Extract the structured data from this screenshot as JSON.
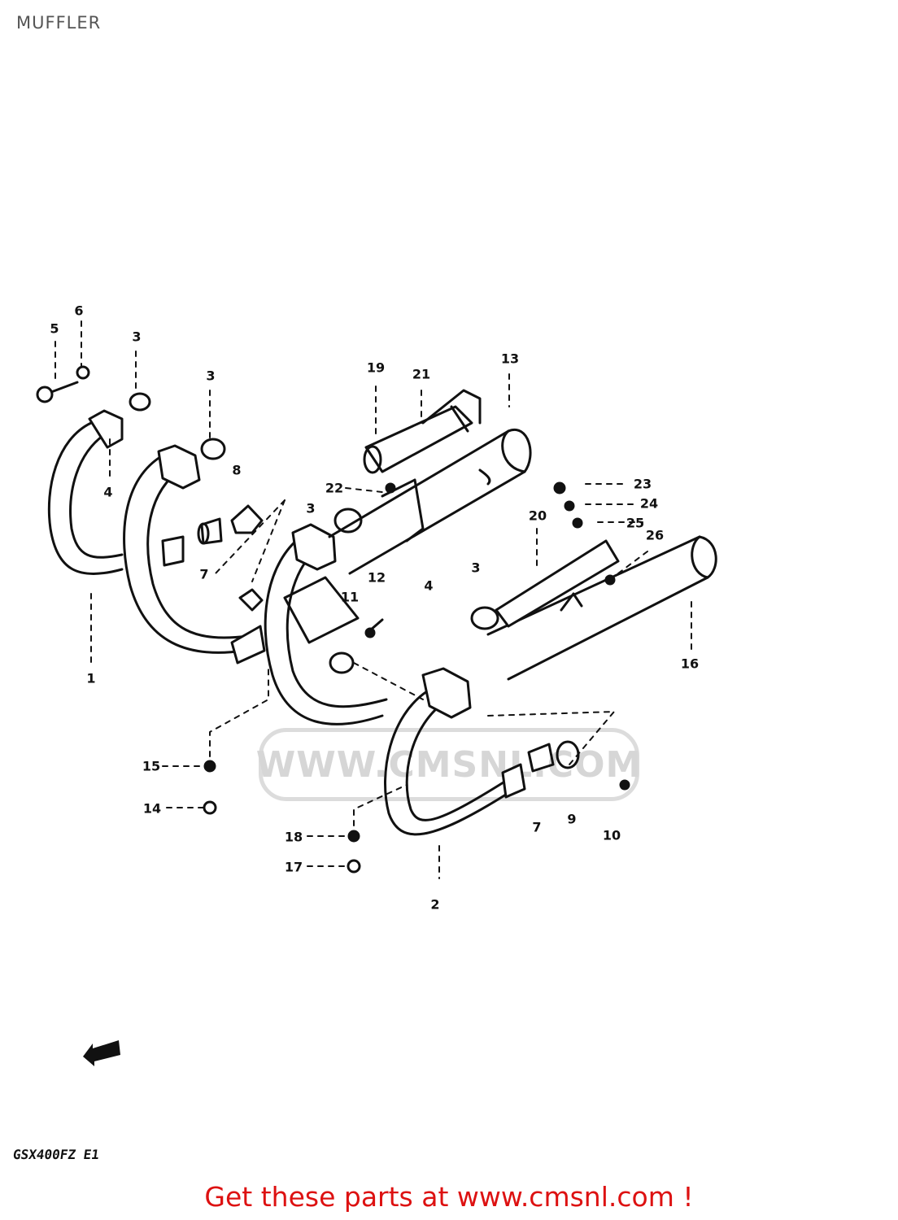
{
  "page": {
    "title": "MUFFLER",
    "model_code": "GSX400FZ E1",
    "watermark_text": "WWW.CMSNL.COM",
    "footer_link_text": "Get these parts at www.cmsnl.com !",
    "colors": {
      "line": "#111111",
      "footer": "#dd1111",
      "watermark": "#d6d6d6"
    }
  },
  "parts": {
    "p1": "1",
    "p2": "2",
    "p3a": "3",
    "p3b": "3",
    "p3c": "3",
    "p3d": "3",
    "p4a": "4",
    "p4b": "4",
    "p5": "5",
    "p6": "6",
    "p7a": "7",
    "p7b": "7",
    "p8": "8",
    "p9": "9",
    "p10": "10",
    "p11": "11",
    "p12": "12",
    "p13": "13",
    "p14": "14",
    "p15": "15",
    "p16": "16",
    "p17": "17",
    "p18": "18",
    "p19": "19",
    "p20": "20",
    "p21": "21",
    "p22": "22",
    "p23": "23",
    "p24": "24",
    "p25": "25",
    "p26": "26"
  }
}
